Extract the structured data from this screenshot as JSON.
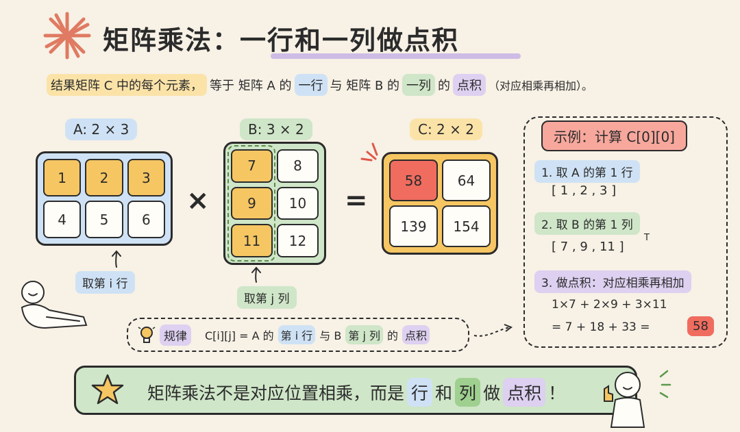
{
  "title": "矩阵乘法：一行和一列做点积",
  "intro": {
    "part1": "结果矩阵 C 中的每个元素，",
    "part2": "等于 矩阵 A 的",
    "row": "一行",
    "part3": "与 矩阵 B 的",
    "col": "一列",
    "part4": "的",
    "dot": "点积",
    "part5": "（对应相乘再相加）。"
  },
  "matrixA": {
    "label": "A: 2 × 3",
    "cells": [
      "1",
      "2",
      "3",
      "4",
      "5",
      "6"
    ],
    "tag": "取第 i 行"
  },
  "times": "×",
  "matrixB": {
    "label": "B: 3 × 2",
    "cells": [
      "7",
      "8",
      "9",
      "10",
      "11",
      "12"
    ],
    "tag": "取第 j 列"
  },
  "equals": "=",
  "matrixC": {
    "label": "C: 2 × 2",
    "cells": [
      "58",
      "64",
      "139",
      "154"
    ]
  },
  "example": {
    "title": "示例：计算 C[0][0]",
    "step1": "1. 取 A 的第 1 行",
    "row_vec": "[ 1 , 2 , 3 ]",
    "step2": "2. 取 B 的第 1 列",
    "col_vec": "[ 7 , 9 , 11 ]",
    "transpose": "T",
    "step3": "3. 做点积：对应相乘再相加",
    "calc1": "1×7  +  2×9  +  3×11",
    "calc2": "=  7  +  18  +  33  =",
    "result": "58"
  },
  "rule": {
    "label": "规律",
    "formula_a": "C[i][j] = A 的",
    "row": "第 i 行",
    "mid": "与 B",
    "col": "第 j 列",
    "of": "的",
    "dot": "点积"
  },
  "banner": {
    "part1": "矩阵乘法不是对应位置相乘，而是",
    "row": "行",
    "and": "和",
    "col": "列",
    "do": "做",
    "dot": "点积",
    "end": "！"
  },
  "colors": {
    "blue": "#cfe2f5",
    "green": "#cfe6c8",
    "yellow": "#f6c663",
    "red": "#ef6c5f",
    "purple": "#ddd0f0"
  }
}
